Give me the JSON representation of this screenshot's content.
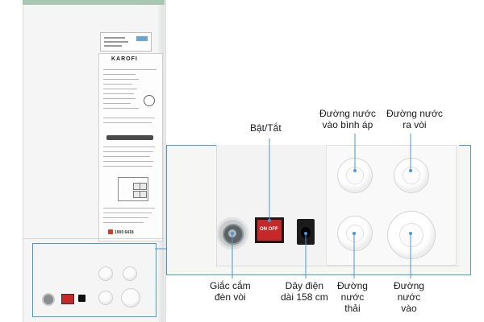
{
  "product": {
    "brand": "KAROFI",
    "phone": "1900 6418"
  },
  "callouts": {
    "power_switch": "Bật/Tắt",
    "pressure_tank_inlet": [
      "Đường nước",
      "vào bình áp"
    ],
    "faucet_outlet": [
      "Đường nước",
      "ra vòi"
    ],
    "faucet_light_jack": [
      "Giắc cắm",
      "đèn vòi"
    ],
    "power_cord": [
      "Dây điện",
      "dài 158 cm"
    ],
    "waste_water": [
      "Đường",
      "nước",
      "thải"
    ],
    "water_inlet": [
      "Đường",
      "nước",
      "vào"
    ]
  },
  "switch_label": "ON OFF",
  "colors": {
    "callout_line": "#4a98d4",
    "switch_red": "#c62828",
    "body": "#f4f5f4"
  }
}
